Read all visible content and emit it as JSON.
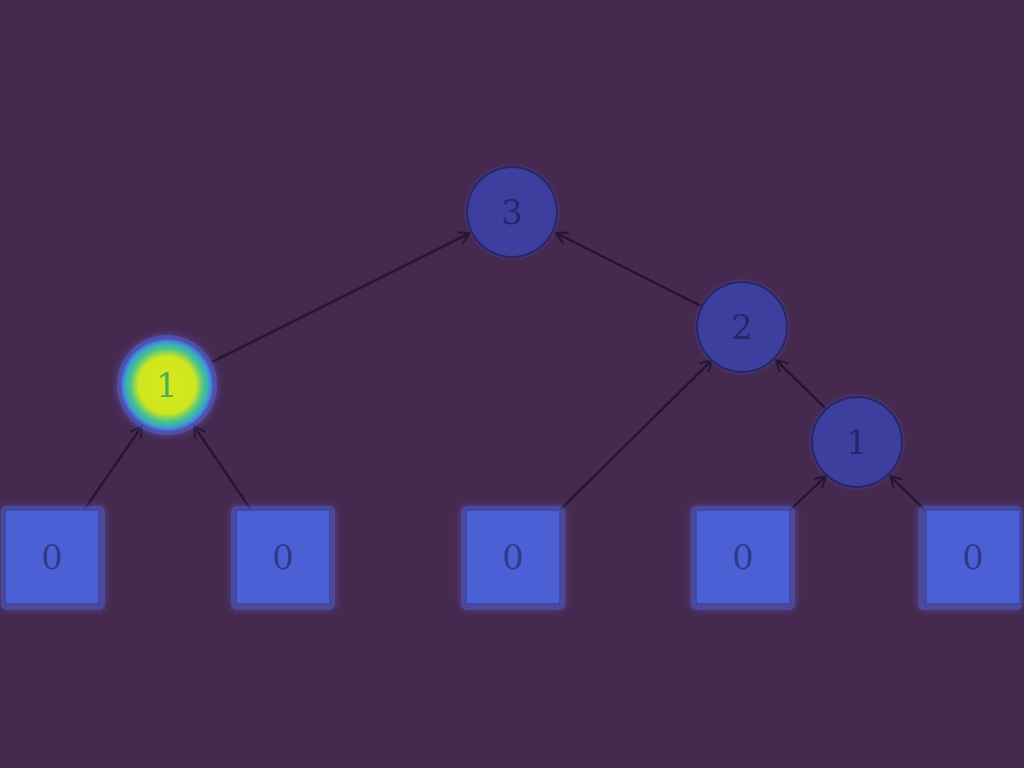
{
  "colors": {
    "background": "#46294f",
    "edge": "#241630",
    "leaf_fill": "#4a60d4",
    "leaf_stroke": "#3c49a8",
    "leaf_text": "#2f3a8a",
    "internal_fill": "#3d3f9e",
    "internal_stroke": "#2a2560",
    "internal_text": "#2b2368",
    "highlight_outer": "#3aa2c8",
    "highlight_mid": "#49c38c",
    "highlight_inner": "#d6e81e",
    "highlight_text": "#48b05a",
    "glow": "#5a6ef0"
  },
  "tree": {
    "root": {
      "label": "3",
      "shape": "circle"
    },
    "left_child": {
      "label": "1",
      "shape": "circle",
      "highlighted": true
    },
    "right_child": {
      "label": "2",
      "shape": "circle"
    },
    "right_right_child": {
      "label": "1",
      "shape": "circle"
    },
    "leaves": [
      {
        "label": "0",
        "shape": "square"
      },
      {
        "label": "0",
        "shape": "square"
      },
      {
        "label": "0",
        "shape": "square"
      },
      {
        "label": "0",
        "shape": "square"
      },
      {
        "label": "0",
        "shape": "square"
      }
    ]
  },
  "edges": [
    {
      "from": "left_child",
      "to": "root"
    },
    {
      "from": "right_child",
      "to": "root"
    },
    {
      "from": "leaf_1",
      "to": "left_child"
    },
    {
      "from": "leaf_2",
      "to": "left_child"
    },
    {
      "from": "leaf_3",
      "to": "right_child"
    },
    {
      "from": "right_right_child",
      "to": "right_child"
    },
    {
      "from": "leaf_4",
      "to": "right_right_child"
    },
    {
      "from": "leaf_5",
      "to": "right_right_child"
    }
  ]
}
